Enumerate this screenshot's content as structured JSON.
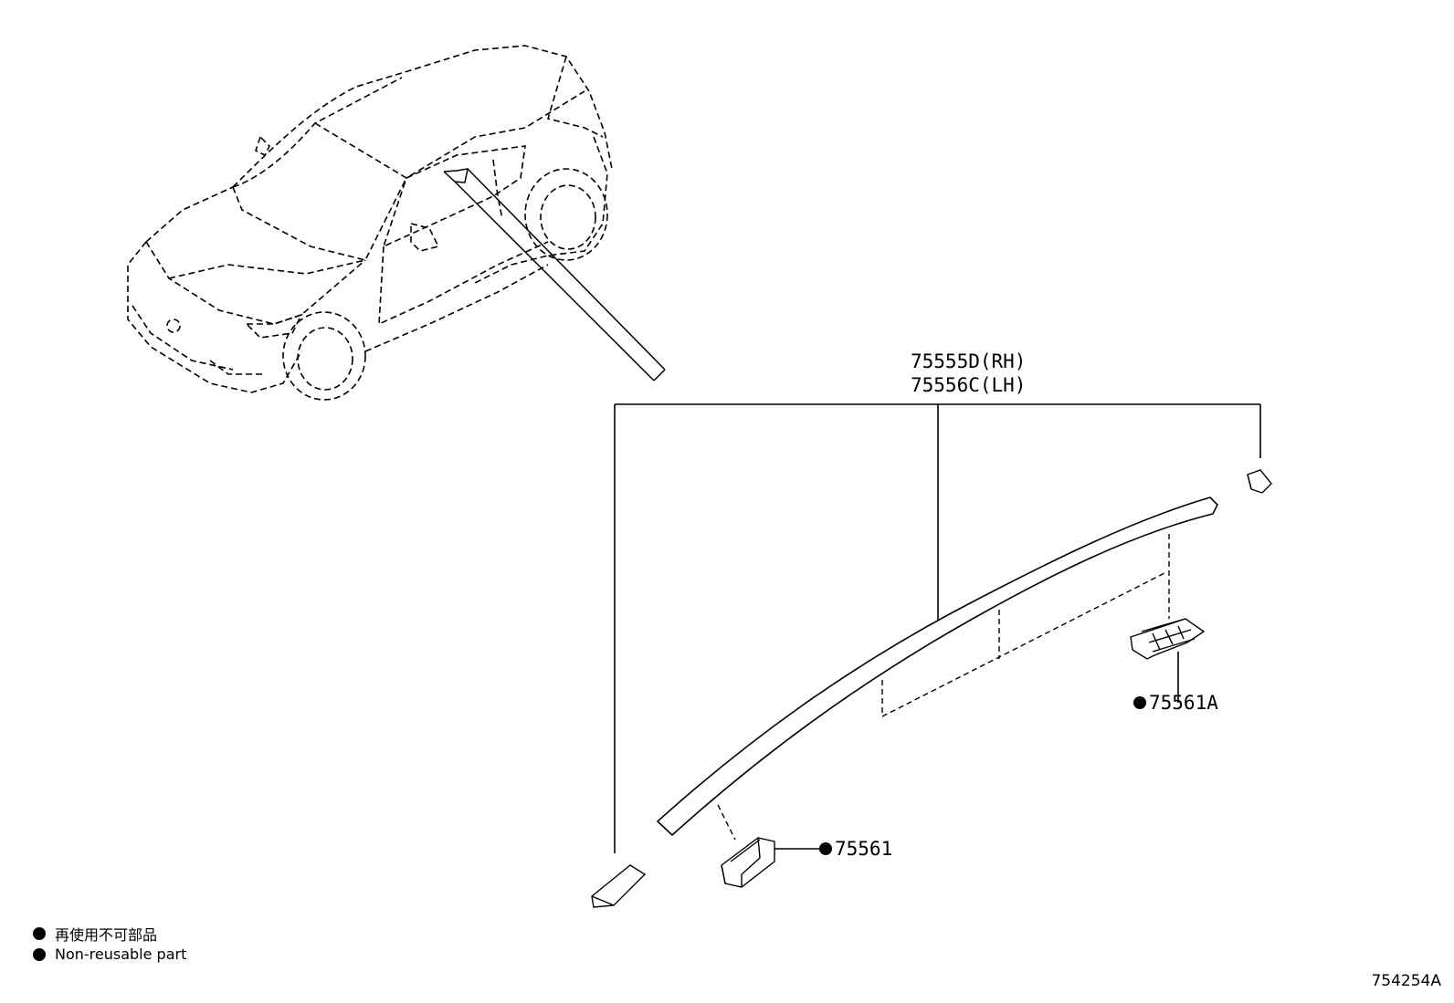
{
  "parts": {
    "moulding_rh": "75555D(RH)",
    "moulding_lh": "75556C(LH)",
    "clip_a": "75561A",
    "clip": "75561"
  },
  "legend": {
    "jp": "再使用不可部品",
    "en": "Non-reusable part"
  },
  "figure_id": "754254A"
}
